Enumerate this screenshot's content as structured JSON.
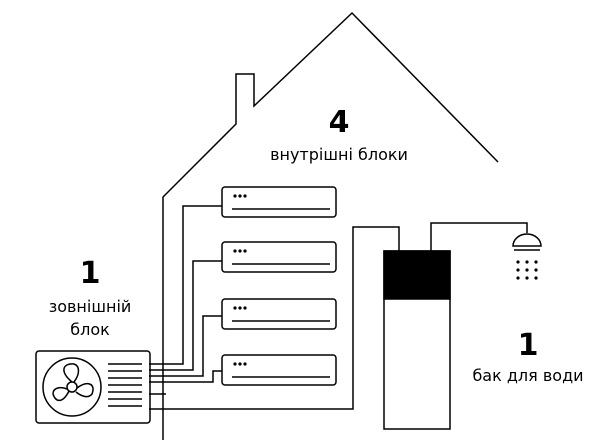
{
  "indoor": {
    "count": "4",
    "label": "внутрішні блоки"
  },
  "outdoor": {
    "count": "1",
    "label_line1": "зовнішній",
    "label_line2": "блок"
  },
  "tank": {
    "count": "1",
    "label": "бак для води"
  },
  "colors": {
    "line": "#000000",
    "background": "#ffffff"
  }
}
